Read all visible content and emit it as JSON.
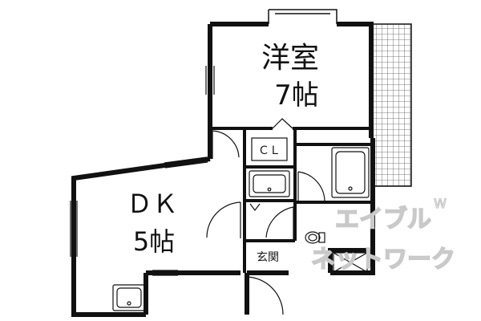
{
  "rooms": {
    "western_room": {
      "name": "洋室",
      "size": "7帖"
    },
    "dk": {
      "name": "ＤＫ",
      "size": "5帖"
    },
    "closet": "ＣＬ",
    "entrance": "玄関"
  },
  "watermark": {
    "line1": "エイブル",
    "line2": "ネットワーク",
    "corner": "W"
  },
  "colors": {
    "line": "#111111",
    "grid": "#555555",
    "watermark": "#c9c9c9"
  }
}
